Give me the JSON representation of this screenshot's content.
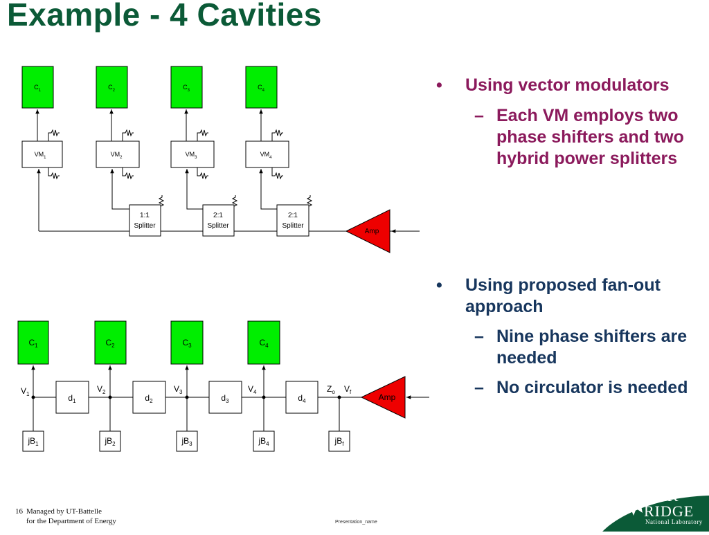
{
  "title": "Example - 4 Cavities",
  "top_diagram": {
    "cavities": [
      {
        "c": "C",
        "s": "1"
      },
      {
        "c": "C",
        "s": "2"
      },
      {
        "c": "C",
        "s": "3"
      },
      {
        "c": "C",
        "s": "4"
      }
    ],
    "vms": [
      {
        "c": "VM",
        "s": "1"
      },
      {
        "c": "VM",
        "s": "2"
      },
      {
        "c": "VM",
        "s": "3"
      },
      {
        "c": "VM",
        "s": "4"
      }
    ],
    "splitters": [
      {
        "ratio": "1:1",
        "label": "Splitter"
      },
      {
        "ratio": "2:1",
        "label": "Splitter"
      },
      {
        "ratio": "2:1",
        "label": "Splitter"
      }
    ],
    "amp": "Amp"
  },
  "bottom_diagram": {
    "cavities": [
      {
        "c": "C",
        "s": "1"
      },
      {
        "c": "C",
        "s": "2"
      },
      {
        "c": "C",
        "s": "3"
      },
      {
        "c": "C",
        "s": "4"
      }
    ],
    "voltages": [
      {
        "c": "V",
        "s": "1"
      },
      {
        "c": "V",
        "s": "2"
      },
      {
        "c": "V",
        "s": "3"
      },
      {
        "c": "V",
        "s": "4"
      }
    ],
    "lines": [
      {
        "c": "d",
        "s": "1"
      },
      {
        "c": "d",
        "s": "2"
      },
      {
        "c": "d",
        "s": "3"
      },
      {
        "c": "d",
        "s": "4"
      }
    ],
    "susceptances": [
      {
        "c": "jB",
        "s": "1"
      },
      {
        "c": "jB",
        "s": "2"
      },
      {
        "c": "jB",
        "s": "3"
      },
      {
        "c": "jB",
        "s": "4"
      },
      {
        "c": "jB",
        "s": "f"
      }
    ],
    "zo": {
      "c": "Z",
      "s": "o"
    },
    "vf": {
      "c": "V",
      "s": "f"
    },
    "amp": "Amp"
  },
  "colors": {
    "title": "#0b5a37",
    "cavity": "#00ee00",
    "amp": "#ee0000",
    "bullet_level1_a": "#8b1a5c",
    "bullet_level2": "#17365d"
  },
  "bullets": {
    "group1": {
      "marker": "•",
      "text": "Using vector modulators",
      "sub": [
        {
          "marker": "–",
          "text": "Each VM employs two phase shifters and two hybrid power splitters"
        }
      ]
    },
    "group2": {
      "marker": "•",
      "text": "Using proposed fan-out approach",
      "sub": [
        {
          "marker": "–",
          "text": "Nine phase shifters are needed"
        },
        {
          "marker": "–",
          "text": "No circulator is needed"
        }
      ]
    }
  },
  "footer": {
    "page": "16",
    "line1": "Managed by UT-Battelle",
    "line2": "for the Department of Energy",
    "presentation": "Presentation_name"
  },
  "logo": {
    "line1": "OAK",
    "line2": "RIDGE",
    "line3": "National Laboratory"
  }
}
